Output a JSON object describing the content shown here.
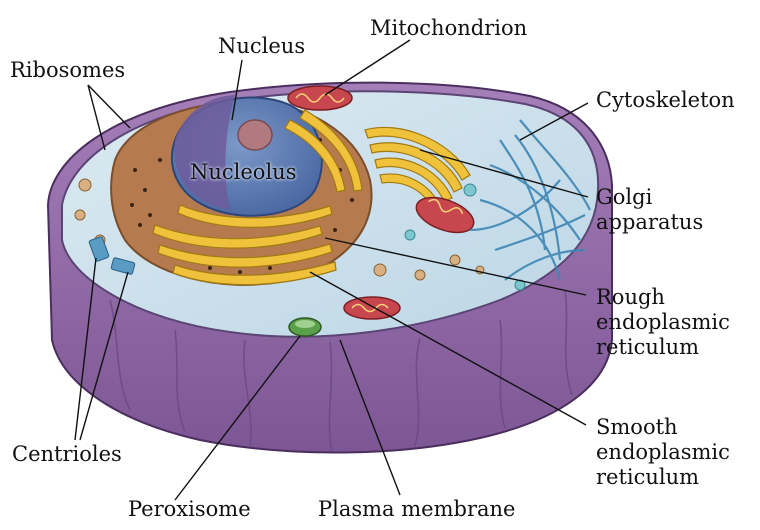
{
  "figure": {
    "labels": {
      "nucleus": "Nucleus",
      "mitochondrion": "Mitochondrion",
      "ribosomes": "Ribosomes",
      "cytoskeleton": "Cytoskeleton",
      "nucleolus": "Nucleolus",
      "golgi": "Golgi\napparatus",
      "rough_er": "Rough\nendoplasmic\nreticulum",
      "smooth_er": "Smooth\nendoplasmic\nreticulum",
      "centrioles": "Centrioles",
      "peroxisome": "Peroxisome",
      "plasma_membrane": "Plasma membrane"
    },
    "colors": {
      "cell_body": "#9a72ad",
      "cell_body_dark": "#6e4c86",
      "cytoplasm": "#cfe3ee",
      "nucleus": "#5f7fb8",
      "nucleolus": "#b07a7f",
      "nuclear_envelope": "#9b6a3f",
      "golgi": "#f0c23c",
      "mitochondrion": "#c8474e",
      "cytoskeleton": "#3d86b4",
      "peroxisome": "#5aa04b",
      "leader_line": "#111111"
    }
  }
}
